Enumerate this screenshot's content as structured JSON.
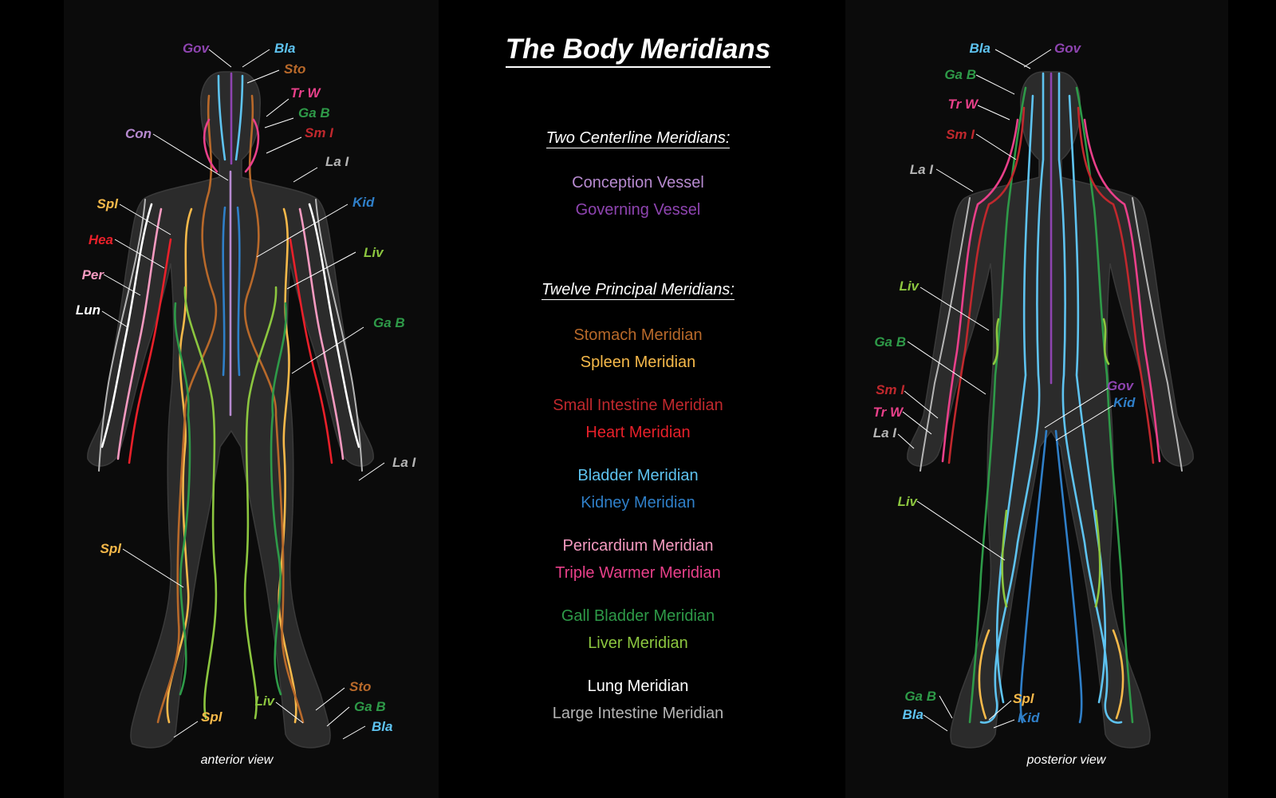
{
  "title": "The Body Meridians",
  "sections": {
    "centerline": "Two Centerline Meridians:",
    "principal": "Twelve Principal Meridians:"
  },
  "legend": [
    {
      "text": "Conception Vessel",
      "color": "#b78ad0"
    },
    {
      "text": "Governing Vessel",
      "color": "#8e44b0"
    },
    {
      "text": "Stomach Meridian",
      "color": "#b8692a"
    },
    {
      "text": "Spleen Meridian",
      "color": "#f6b94a"
    },
    {
      "text": "Small Intestine Meridian",
      "color": "#c0282d"
    },
    {
      "text": "Heart Meridian",
      "color": "#e8202a"
    },
    {
      "text": "Bladder Meridian",
      "color": "#5ec3f0"
    },
    {
      "text": "Kidney Meridian",
      "color": "#2f7fc8"
    },
    {
      "text": "Pericardium Meridian",
      "color": "#f59ac0"
    },
    {
      "text": "Triple Warmer Meridian",
      "color": "#e9408a"
    },
    {
      "text": "Gall Bladder Meridian",
      "color": "#2e9a48"
    },
    {
      "text": "Liver Meridian",
      "color": "#8cc63f"
    },
    {
      "text": "Lung Meridian",
      "color": "#ffffff"
    },
    {
      "text": "Large Intestine Meridian",
      "color": "#b5b5b5"
    }
  ],
  "views": {
    "anterior": "anterior view",
    "posterior": "posterior view"
  },
  "front_labels": [
    {
      "text": "Gov",
      "color": "#8e44b0"
    },
    {
      "text": "Bla",
      "color": "#5ec3f0"
    },
    {
      "text": "Sto",
      "color": "#b8692a"
    },
    {
      "text": "Tr W",
      "color": "#e9408a"
    },
    {
      "text": "Ga B",
      "color": "#2e9a48"
    },
    {
      "text": "Sm I",
      "color": "#c0282d"
    },
    {
      "text": "Con",
      "color": "#b78ad0"
    },
    {
      "text": "La I",
      "color": "#b5b5b5"
    },
    {
      "text": "Kid",
      "color": "#2f7fc8"
    },
    {
      "text": "Spl",
      "color": "#f6b94a"
    },
    {
      "text": "Hea",
      "color": "#e8202a"
    },
    {
      "text": "Liv",
      "color": "#8cc63f"
    },
    {
      "text": "Per",
      "color": "#f59ac0"
    },
    {
      "text": "Lun",
      "color": "#ffffff"
    },
    {
      "text": "Ga B",
      "color": "#2e9a48"
    },
    {
      "text": "La I",
      "color": "#b5b5b5"
    },
    {
      "text": "Spl",
      "color": "#f6b94a"
    },
    {
      "text": "Sto",
      "color": "#b8692a"
    },
    {
      "text": "Liv",
      "color": "#8cc63f"
    },
    {
      "text": "Ga B",
      "color": "#2e9a48"
    },
    {
      "text": "Spl",
      "color": "#f6b94a"
    },
    {
      "text": "Bla",
      "color": "#5ec3f0"
    }
  ],
  "back_labels": [
    {
      "text": "Bla",
      "color": "#5ec3f0"
    },
    {
      "text": "Gov",
      "color": "#8e44b0"
    },
    {
      "text": "Ga B",
      "color": "#2e9a48"
    },
    {
      "text": "Tr W",
      "color": "#e9408a"
    },
    {
      "text": "Sm I",
      "color": "#c0282d"
    },
    {
      "text": "La I",
      "color": "#b5b5b5"
    },
    {
      "text": "Liv",
      "color": "#8cc63f"
    },
    {
      "text": "Ga B",
      "color": "#2e9a48"
    },
    {
      "text": "Sm I",
      "color": "#c0282d"
    },
    {
      "text": "Gov",
      "color": "#8e44b0"
    },
    {
      "text": "Tr W",
      "color": "#e9408a"
    },
    {
      "text": "Kid",
      "color": "#2f7fc8"
    },
    {
      "text": "La I",
      "color": "#b5b5b5"
    },
    {
      "text": "Liv",
      "color": "#8cc63f"
    },
    {
      "text": "Ga B",
      "color": "#2e9a48"
    },
    {
      "text": "Spl",
      "color": "#f6b94a"
    },
    {
      "text": "Bla",
      "color": "#5ec3f0"
    },
    {
      "text": "Kid",
      "color": "#2f7fc8"
    }
  ]
}
